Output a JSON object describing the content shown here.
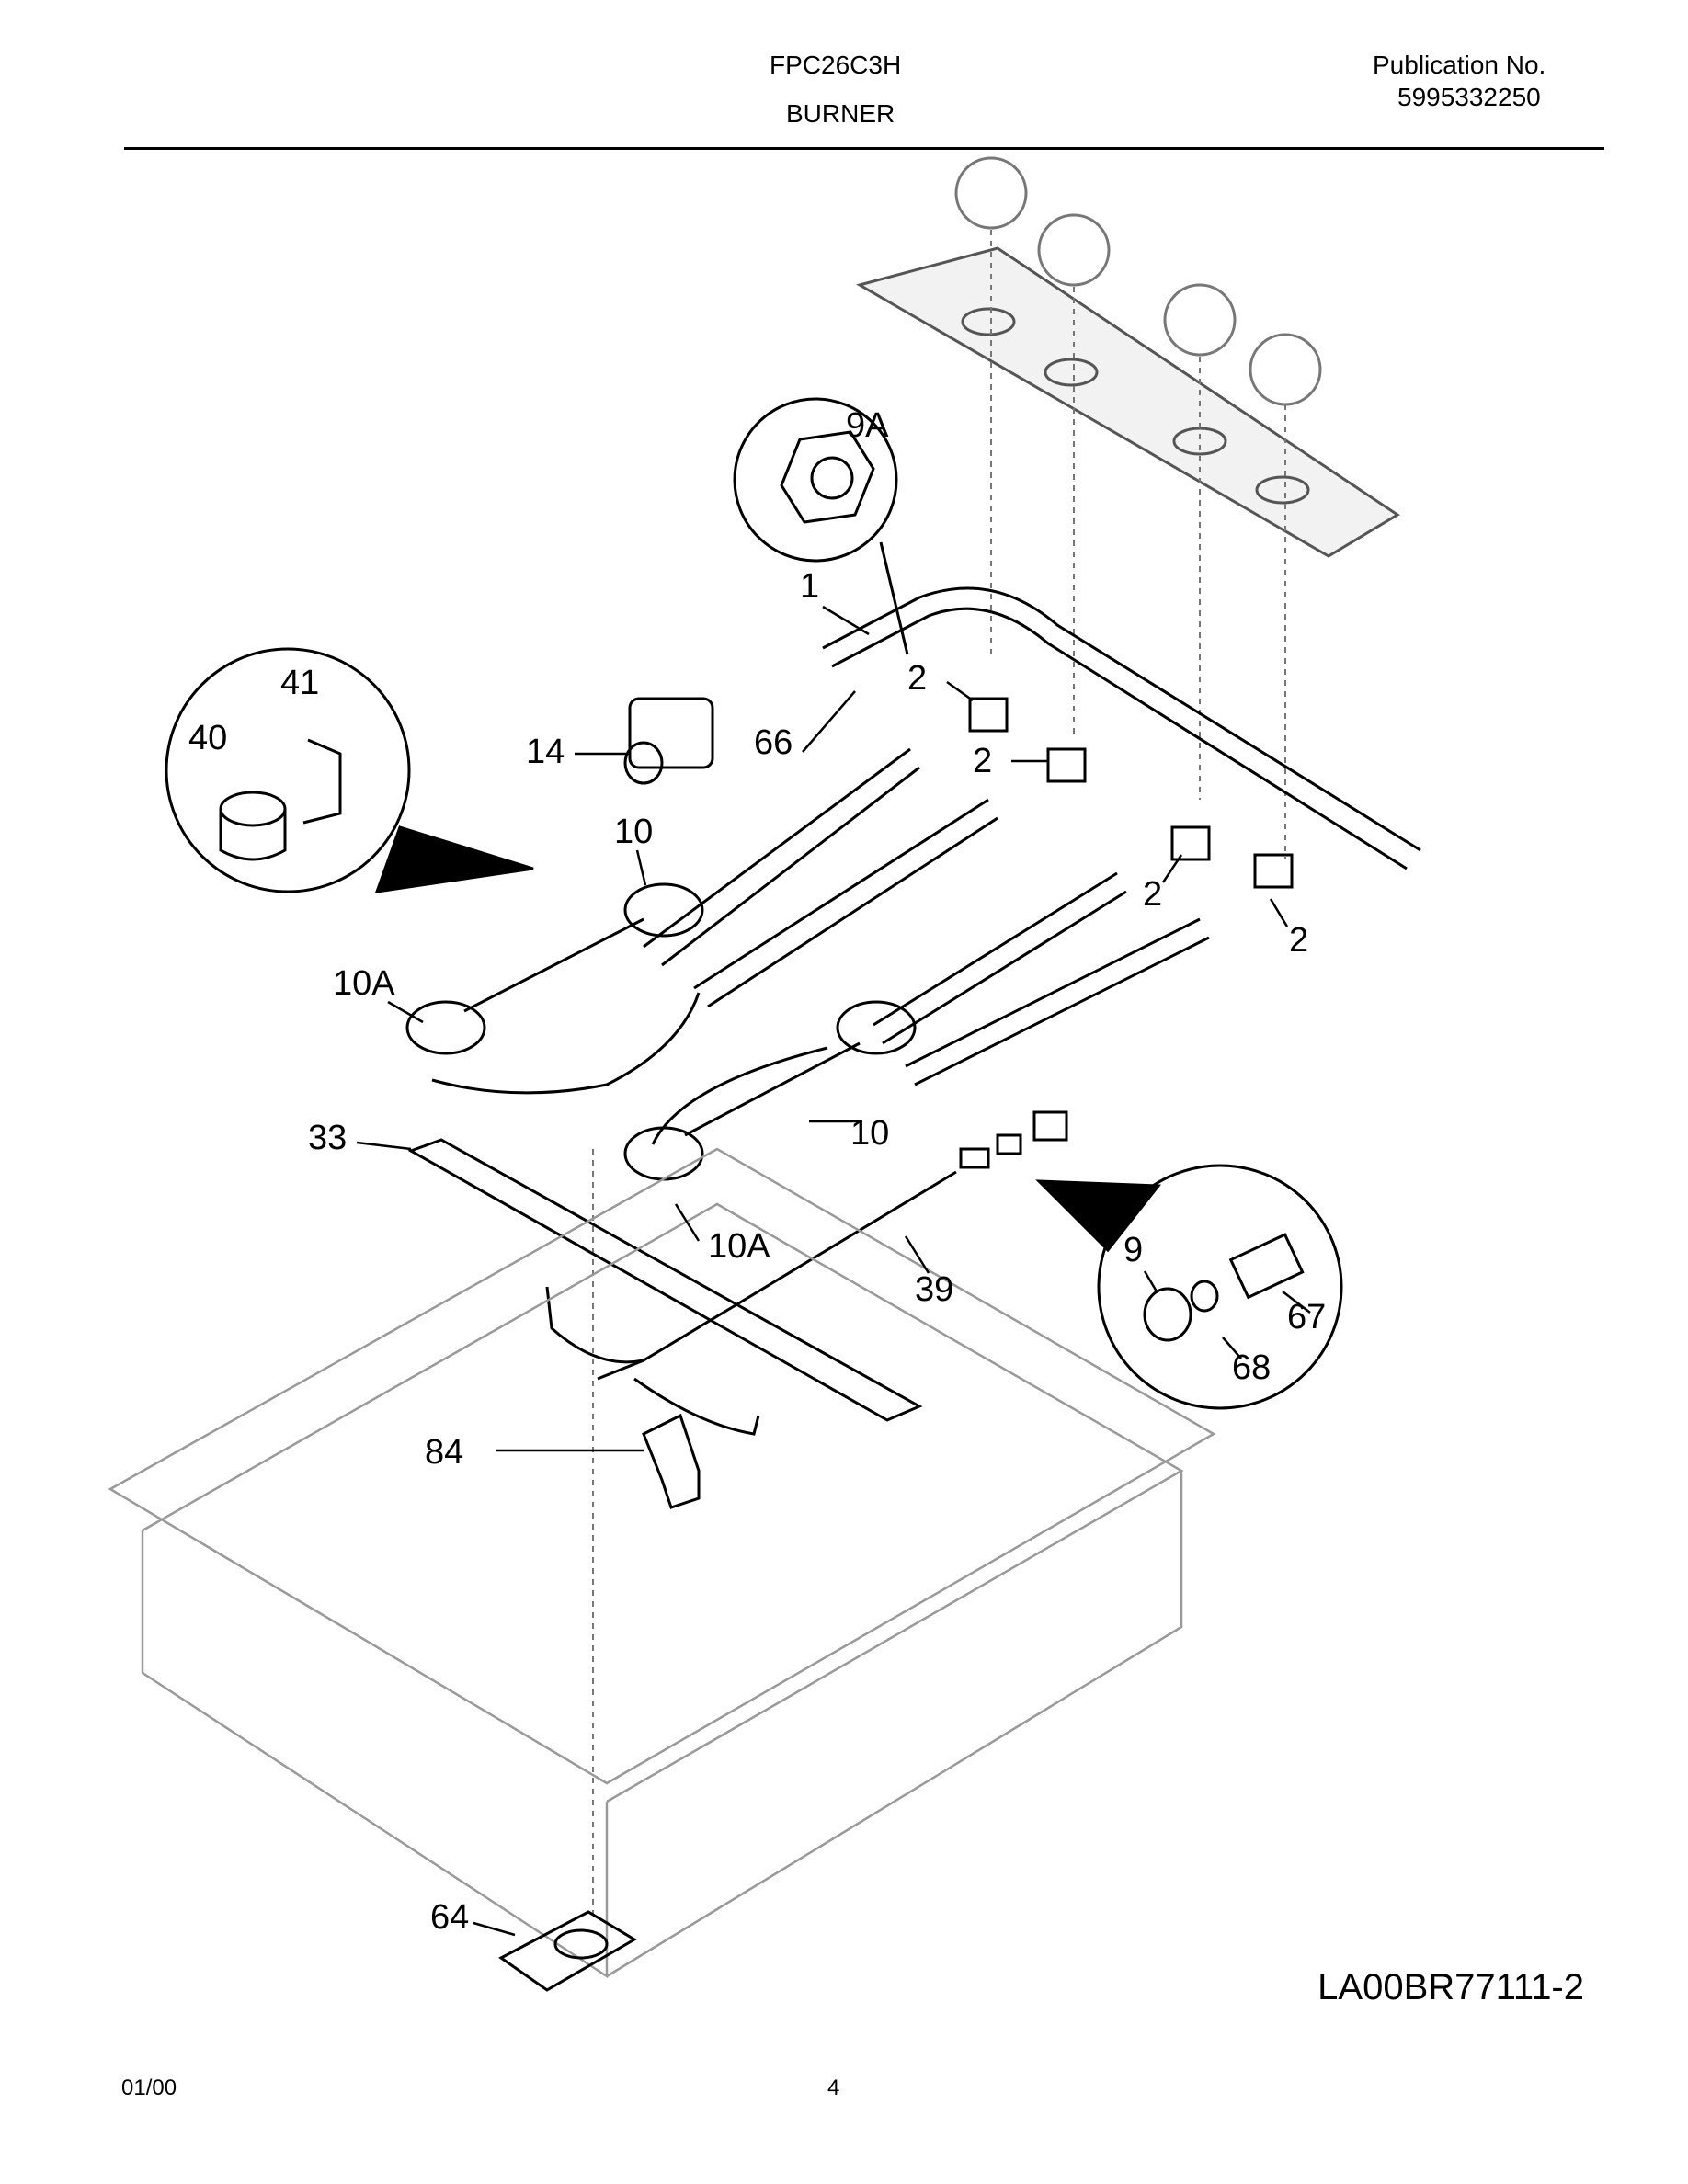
{
  "header": {
    "model": "FPC26C3H",
    "section": "BURNER",
    "publication_label": "Publication No.",
    "publication_number": "5995332250"
  },
  "callouts": {
    "c9A": "9A",
    "c1": "1",
    "c41": "41",
    "c40": "40",
    "c14": "14",
    "c66": "66",
    "c2a": "2",
    "c2b": "2",
    "c2c": "2",
    "c2d": "2",
    "c10a": "10",
    "c10Aa": "10A",
    "c10b": "10",
    "c33": "33",
    "c10Ab": "10A",
    "c39": "39",
    "c9": "9",
    "c67": "67",
    "c68": "68",
    "c84": "84",
    "c64": "64"
  },
  "diagram_code": "LA00BR77111-2",
  "footer": {
    "date": "01/00",
    "page": "4"
  }
}
